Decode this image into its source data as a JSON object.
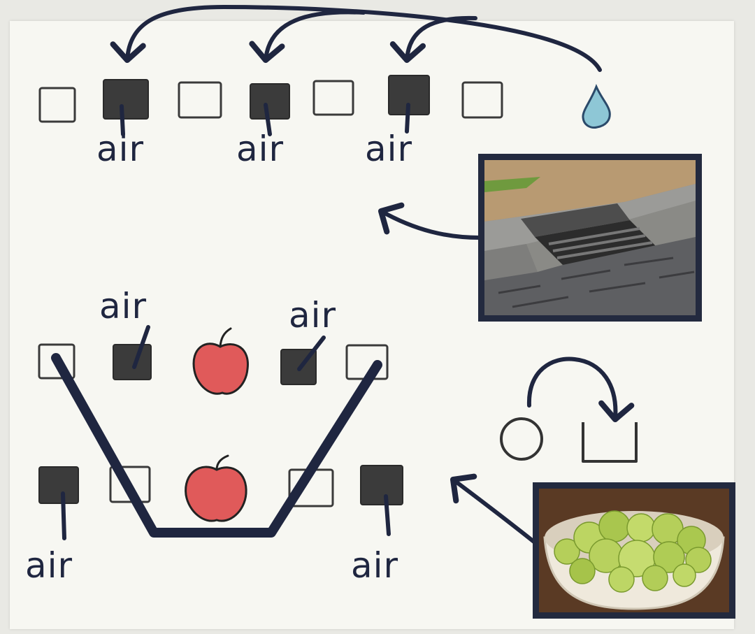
{
  "labels": {
    "air_top_1": "air",
    "air_top_2": "air",
    "air_top_3": "air",
    "air_mid_1": "air",
    "air_mid_2": "air",
    "air_bottom_1": "air",
    "air_bottom_2": "air"
  },
  "colors": {
    "ink": "#1f2640",
    "filled_box": "#3b3b3b",
    "apple_red": "#e05a5a",
    "water_drop": "#8ec7d6",
    "green_apple": "#b5cf5a"
  },
  "icons": [
    "water-drop-icon",
    "red-apple-icon",
    "storm-drain-photo",
    "green-apples-bowl-photo"
  ]
}
